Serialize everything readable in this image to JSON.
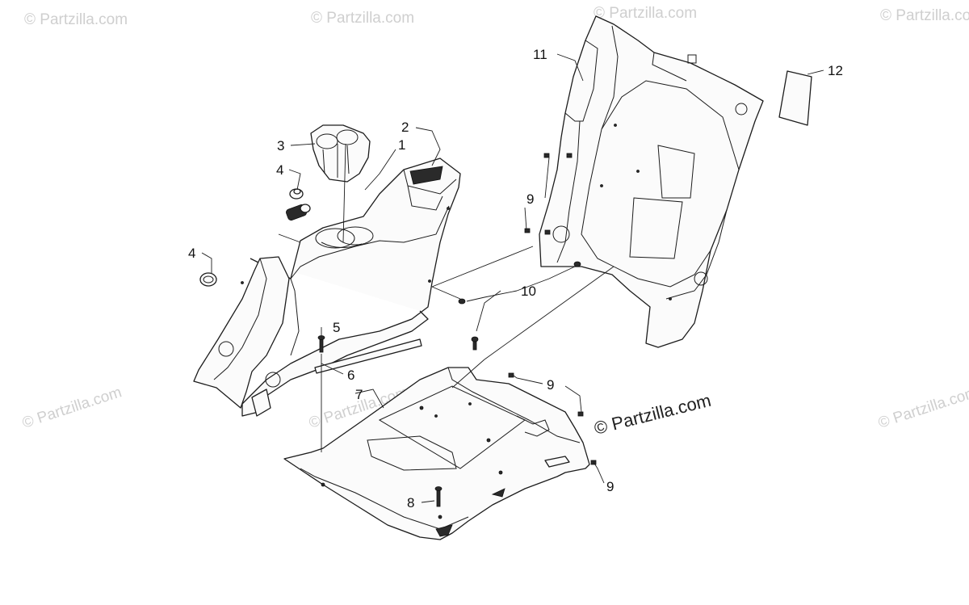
{
  "watermark": {
    "main_text": "© Partzilla.com",
    "repeat_text": "© Partzilla.com"
  },
  "callouts": {
    "c1": "1",
    "c2": "2",
    "c3": "3",
    "c4a": "4",
    "c4b": "4",
    "c5": "5",
    "c6": "6",
    "c7": "7",
    "c8": "8",
    "c9a": "9",
    "c9b": "9",
    "c9c": "9",
    "c10": "10",
    "c11": "11",
    "c12": "12"
  },
  "colors": {
    "line": "#1c1c1c",
    "watermark_faint": "#cfcfcf",
    "background": "#ffffff"
  }
}
